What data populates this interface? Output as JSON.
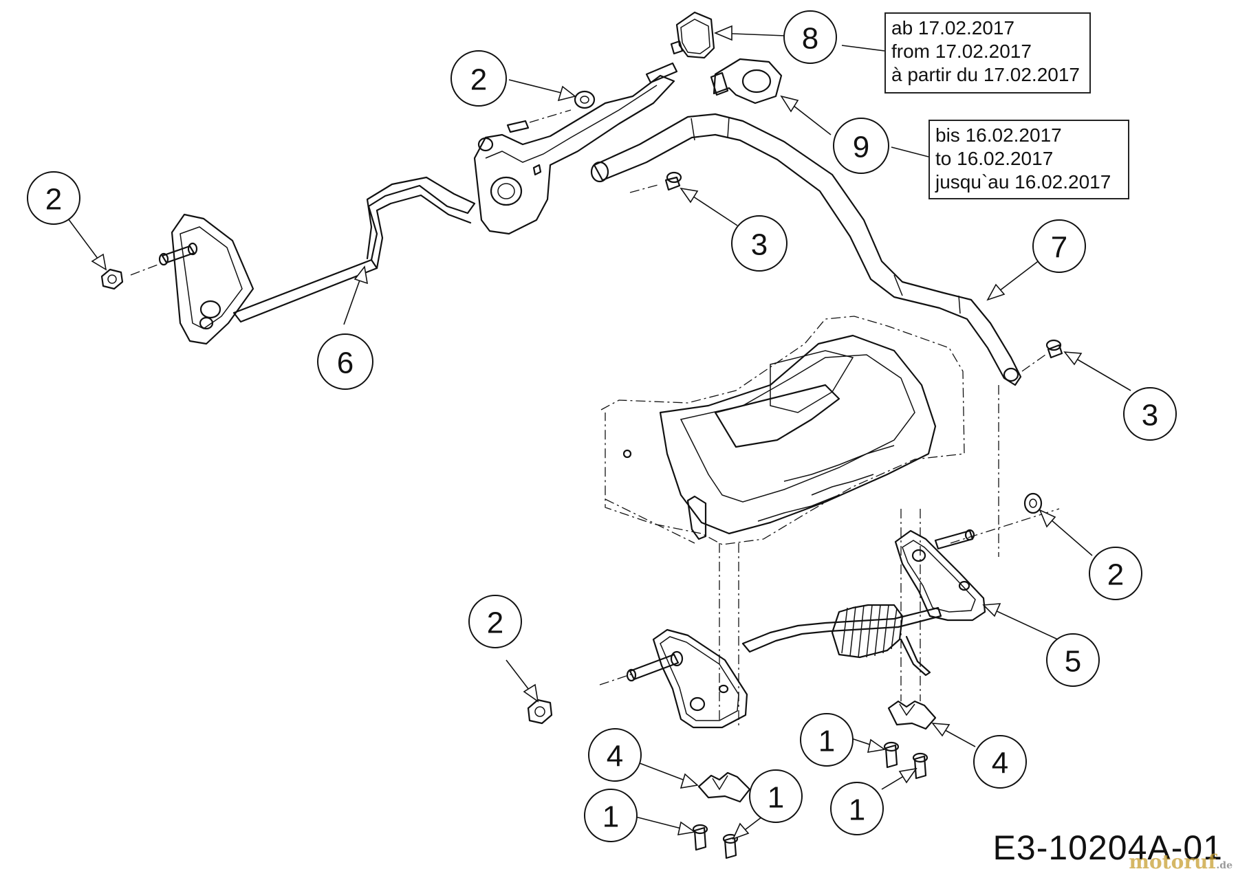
{
  "diagram": {
    "drawing_code": "E3-10204A-01",
    "watermark": "motoruf",
    "watermark_suffix": ".de",
    "notes": {
      "from_date": [
        "ab 17.02.2017",
        "from 17.02.2017",
        "à partir du 17.02.2017"
      ],
      "to_date": [
        "bis 16.02.2017",
        "to 16.02.2017",
        "jusqu`au 16.02.2017"
      ]
    },
    "callouts": [
      {
        "id": "c1",
        "label": "2"
      },
      {
        "id": "c2",
        "label": "8"
      },
      {
        "id": "c3",
        "label": "9"
      },
      {
        "id": "c4",
        "label": "2"
      },
      {
        "id": "c5",
        "label": "3"
      },
      {
        "id": "c6",
        "label": "7"
      },
      {
        "id": "c7",
        "label": "6"
      },
      {
        "id": "c8",
        "label": "3"
      },
      {
        "id": "c9",
        "label": "2"
      },
      {
        "id": "c10",
        "label": "2"
      },
      {
        "id": "c11",
        "label": "5"
      },
      {
        "id": "c12",
        "label": "4"
      },
      {
        "id": "c13",
        "label": "1"
      },
      {
        "id": "c14",
        "label": "4"
      },
      {
        "id": "c15",
        "label": "1"
      },
      {
        "id": "c16",
        "label": "1"
      },
      {
        "id": "c17",
        "label": "1"
      }
    ]
  }
}
